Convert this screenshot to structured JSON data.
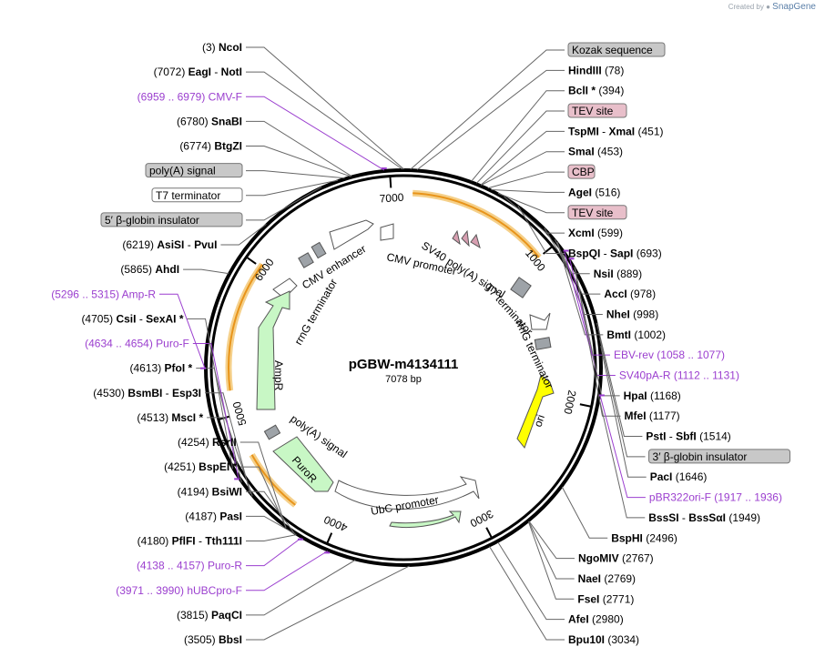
{
  "credit": {
    "prefix": "Created by",
    "brand": "SnapGene"
  },
  "plasmid": {
    "name": "pGBW-m4134111",
    "length_label": "7078 bp",
    "length": 7078
  },
  "ticks": [
    {
      "label": "1000",
      "pos": 1000
    },
    {
      "label": "2000",
      "pos": 2000
    },
    {
      "label": "3000",
      "pos": 3000
    },
    {
      "label": "4000",
      "pos": 4000
    },
    {
      "label": "5000",
      "pos": 5000
    },
    {
      "label": "6000",
      "pos": 6000
    },
    {
      "label": "7000",
      "pos": 7000
    }
  ],
  "sites": [
    {
      "id": "ncoi",
      "pos": 3,
      "side": "L",
      "name": "NcoI",
      "coord": "(3)",
      "star": false
    },
    {
      "id": "hindiii",
      "pos": 78,
      "side": "R",
      "name": "HindIII",
      "coord": "(78)",
      "star": false
    },
    {
      "id": "bcli",
      "pos": 394,
      "side": "R",
      "name": "BclI",
      "coord": "(394)",
      "star": true
    },
    {
      "id": "tspmi",
      "pos": 451,
      "side": "R",
      "name": "TspMI",
      "name2": "XmaI",
      "coord": "(451)",
      "star": false
    },
    {
      "id": "smai",
      "pos": 453,
      "side": "R",
      "name": "SmaI",
      "coord": "(453)",
      "star": false
    },
    {
      "id": "agei",
      "pos": 516,
      "side": "R",
      "name": "AgeI",
      "coord": "(516)",
      "star": false
    },
    {
      "id": "xcmi",
      "pos": 599,
      "side": "R",
      "name": "XcmI",
      "coord": "(599)",
      "star": false
    },
    {
      "id": "bspqi",
      "pos": 693,
      "side": "R",
      "name": "BspQI",
      "name2": "SapI",
      "coord": "(693)",
      "star": false
    },
    {
      "id": "nsii",
      "pos": 889,
      "side": "R",
      "name": "NsiI",
      "coord": "(889)",
      "star": false
    },
    {
      "id": "acci",
      "pos": 978,
      "side": "R",
      "name": "AccI",
      "coord": "(978)",
      "star": false
    },
    {
      "id": "nhei",
      "pos": 998,
      "side": "R",
      "name": "NheI",
      "coord": "(998)",
      "star": false
    },
    {
      "id": "bmti",
      "pos": 1002,
      "side": "R",
      "name": "BmtI",
      "coord": "(1002)",
      "star": false
    },
    {
      "id": "hpai",
      "pos": 1168,
      "side": "R",
      "name": "HpaI",
      "coord": "(1168)",
      "star": false
    },
    {
      "id": "mfei",
      "pos": 1177,
      "side": "R",
      "name": "MfeI",
      "coord": "(1177)",
      "star": false
    },
    {
      "id": "psti",
      "pos": 1514,
      "side": "R",
      "name": "PstI",
      "name2": "SbfI",
      "coord": "(1514)",
      "star": false
    },
    {
      "id": "paci",
      "pos": 1646,
      "side": "R",
      "name": "PacI",
      "coord": "(1646)",
      "star": false
    },
    {
      "id": "bsssi",
      "pos": 1949,
      "side": "R",
      "name": "BssSI",
      "name2": "BssSαI",
      "coord": "(1949)",
      "star": false
    },
    {
      "id": "bsphi",
      "pos": 2496,
      "side": "R",
      "name": "BspHI",
      "coord": "(2496)",
      "star": false
    },
    {
      "id": "ngomiv",
      "pos": 2767,
      "side": "R",
      "name": "NgoMIV",
      "coord": "(2767)",
      "star": false
    },
    {
      "id": "naei",
      "pos": 2769,
      "side": "R",
      "name": "NaeI",
      "coord": "(2769)",
      "star": false
    },
    {
      "id": "fsei",
      "pos": 2771,
      "side": "R",
      "name": "FseI",
      "coord": "(2771)",
      "star": false
    },
    {
      "id": "afei",
      "pos": 2980,
      "side": "R",
      "name": "AfeI",
      "coord": "(2980)",
      "star": false
    },
    {
      "id": "bpu10i",
      "pos": 3034,
      "side": "R",
      "name": "Bpu10I",
      "coord": "(3034)",
      "star": false
    },
    {
      "id": "bbsi",
      "pos": 3505,
      "side": "L",
      "name": "BbsI",
      "coord": "(3505)",
      "star": false
    },
    {
      "id": "paqci",
      "pos": 3815,
      "side": "L",
      "name": "PaqCI",
      "coord": "(3815)",
      "star": false
    },
    {
      "id": "pflfi",
      "pos": 4180,
      "side": "L",
      "name": "PflFI",
      "name2": "Tth111I",
      "coord": "(4180)",
      "star": false
    },
    {
      "id": "pasi",
      "pos": 4187,
      "side": "L",
      "name": "PasI",
      "coord": "(4187)",
      "star": false
    },
    {
      "id": "bsiwi",
      "pos": 4194,
      "side": "L",
      "name": "BsiWI",
      "coord": "(4194)",
      "star": false
    },
    {
      "id": "bspei",
      "pos": 4251,
      "side": "L",
      "name": "BspEI",
      "coord": "(4251)",
      "star": true
    },
    {
      "id": "rsrii",
      "pos": 4254,
      "side": "L",
      "name": "RsrII",
      "coord": "(4254)",
      "star": false
    },
    {
      "id": "msci",
      "pos": 4513,
      "side": "L",
      "name": "MscI",
      "coord": "(4513)",
      "star": true
    },
    {
      "id": "bsmbi",
      "pos": 4530,
      "side": "L",
      "name": "BsmBI",
      "name2": "Esp3I",
      "coord": "(4530)",
      "star": false
    },
    {
      "id": "pfoi",
      "pos": 4613,
      "side": "L",
      "name": "PfoI",
      "coord": "(4613)",
      "star": true
    },
    {
      "id": "csii",
      "pos": 4705,
      "side": "L",
      "name": "CsiI",
      "name2": "SexAI",
      "coord": "(4705)",
      "star": true
    },
    {
      "id": "ahdi",
      "pos": 5865,
      "side": "L",
      "name": "AhdI",
      "coord": "(5865)",
      "star": false
    },
    {
      "id": "asisi",
      "pos": 6219,
      "side": "L",
      "name": "AsiSI",
      "name2": "PvuI",
      "coord": "(6219)",
      "star": false
    },
    {
      "id": "btgzi",
      "pos": 6774,
      "side": "L",
      "name": "BtgZI",
      "coord": "(6774)",
      "star": false
    },
    {
      "id": "snabi",
      "pos": 6780,
      "side": "L",
      "name": "SnaBI",
      "coord": "(6780)",
      "star": false
    },
    {
      "id": "eagi",
      "pos": 7072,
      "side": "L",
      "name": "EagI",
      "name2": "NotI",
      "coord": "(7072)",
      "star": false
    }
  ],
  "primers": [
    {
      "id": "cmv-f",
      "pos": 6969,
      "side": "L",
      "text": "(6959 .. 6979)  CMV-F"
    },
    {
      "id": "ebv-rev",
      "pos": 1067,
      "side": "R",
      "text": "EBV-rev   (1058 .. 1077)"
    },
    {
      "id": "sv40pa-r",
      "pos": 1121,
      "side": "R",
      "text": "SV40pA-R   (1112 .. 1131)"
    },
    {
      "id": "pbr322ori-f",
      "pos": 1926,
      "side": "R",
      "text": "pBR322ori-F   (1917 .. 1936)"
    },
    {
      "id": "puro-r",
      "pos": 4147,
      "side": "L",
      "text": "(4138 .. 4157)  Puro-R"
    },
    {
      "id": "hubcpro-f",
      "pos": 3980,
      "side": "L",
      "text": "(3971 .. 3990)  hUBCpro-F"
    },
    {
      "id": "puro-f",
      "pos": 4644,
      "side": "L",
      "text": "(4634 .. 4654)  Puro-F"
    },
    {
      "id": "amp-r",
      "pos": 5305,
      "side": "L",
      "text": "(5296 .. 5315)  Amp-R"
    }
  ],
  "box_labels": [
    {
      "id": "kozak",
      "pos": 40,
      "side": "R",
      "text": "Kozak sequence",
      "color": "#c8c8c8"
    },
    {
      "id": "tev1",
      "pos": 425,
      "side": "R",
      "text": "TEV site",
      "color": "#e8bfca"
    },
    {
      "id": "cbp",
      "pos": 495,
      "side": "R",
      "text": "CBP",
      "color": "#e8bfca"
    },
    {
      "id": "tev2",
      "pos": 560,
      "side": "R",
      "text": "TEV site",
      "color": "#e8bfca"
    },
    {
      "id": "bglobin-r",
      "pos": 1600,
      "side": "R",
      "text": "3′ β-globin insulator",
      "color": "#c8c8c8"
    },
    {
      "id": "polya",
      "pos": 6740,
      "side": "L",
      "text": "poly(A) signal",
      "color": "#c8c8c8"
    },
    {
      "id": "t7term",
      "pos": 6700,
      "side": "L",
      "text": "T7 terminator",
      "color": "#ffffff"
    },
    {
      "id": "bglobin-l",
      "pos": 6600,
      "side": "L",
      "text": "5′ β-globin insulator",
      "color": "#c8c8c8"
    }
  ],
  "features": {
    "cmv_enhancer": "CMV enhancer",
    "cmv_promoter": "CMV promoter",
    "sv40_polya": "SV40 poly(A) signal",
    "t7_terminator": "T7 terminator",
    "rrng_right": "rrnG terminator",
    "ori": "ori",
    "ubc_promoter": "UbC promoter",
    "puror": "PuroR",
    "polya_left": "poly(A) signal",
    "ampr": "AmpR",
    "rrng_left": "rrnG terminator"
  },
  "colors": {
    "primer": "#9b3fcf",
    "orf_orange": "#f5a623",
    "ori_yellow": "#ffff00",
    "marker_green": "#c8f7c5",
    "gray_feature": "#9ea3a8",
    "pink_feature": "#d79fb1"
  }
}
